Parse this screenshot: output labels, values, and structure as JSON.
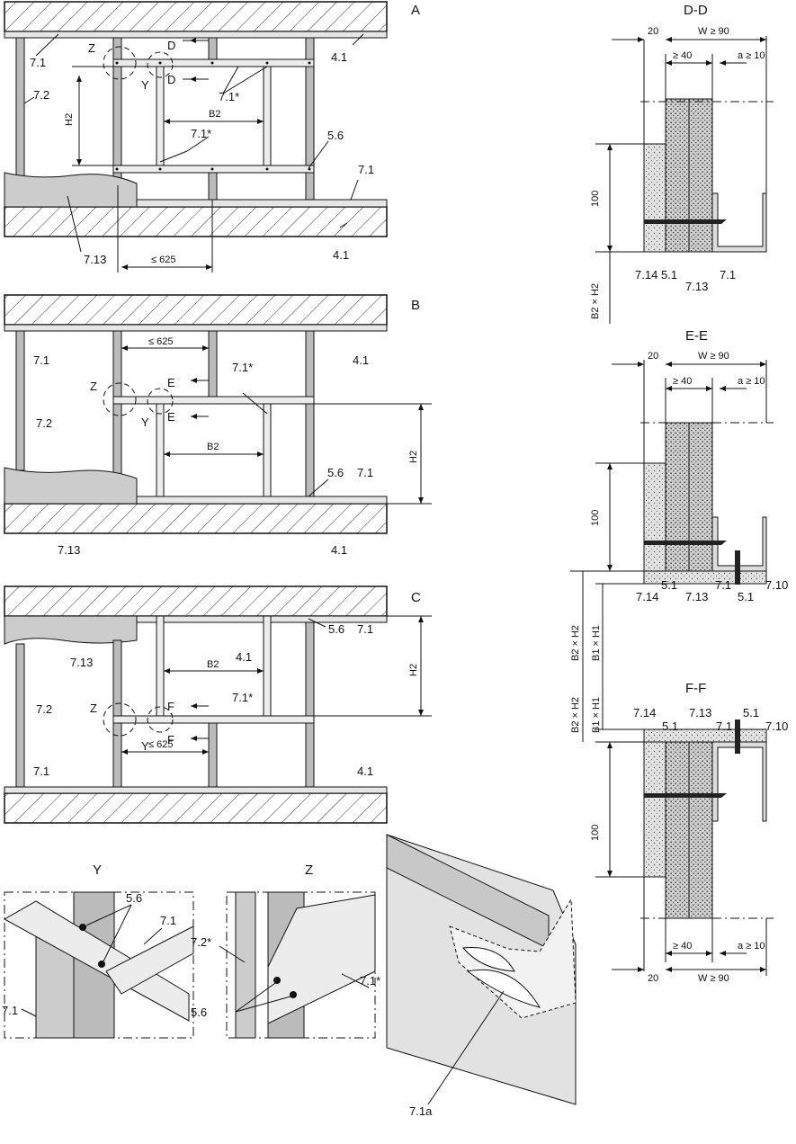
{
  "views": {
    "A": {
      "title": "A",
      "labels": {
        "top_slab": "4.1",
        "runner_top": "7.1",
        "stud": "7.2",
        "detail_z": "Z",
        "detail_y": "Y",
        "sec_top": "D",
        "sec_bot": "D",
        "h2": "H2",
        "b2": "B2",
        "trim_top": "7.1*",
        "trim_mid": "7.1*",
        "screw": "5.6",
        "runner_bot": "7.1",
        "board": "7.13",
        "bottom_slab": "4.1",
        "spacing": "≤ 625"
      }
    },
    "B": {
      "title": "B",
      "labels": {
        "runner_top": "7.1",
        "spacing": "≤ 625",
        "top_slab": "4.1",
        "trim": "7.1*",
        "sec_top": "E",
        "sec_bot": "E",
        "detail_z": "Z",
        "detail_y": "Y",
        "stud": "7.2",
        "b2": "B2",
        "h2": "H2",
        "screw": "5.6",
        "runner_bot": "7.1",
        "board": "7.13",
        "bottom_slab": "4.1"
      }
    },
    "C": {
      "title": "C",
      "labels": {
        "board": "7.13",
        "top_slab": "4.1",
        "screw": "5.6",
        "runner_top": "7.1",
        "b2": "B2",
        "h2": "H2",
        "stud": "7.2",
        "trim": "7.1*",
        "sec_top": "F",
        "sec_bot": "F",
        "detail_z": "Z",
        "detail_y": "Y",
        "runner_bot": "7.1",
        "spacing": "≤ 625",
        "bottom_slab": "4.1"
      }
    }
  },
  "sections": {
    "DD": {
      "title": "D-D",
      "w": "W ≥ 90",
      "d20": "20",
      "min40": "≥ 40",
      "a10": "a ≥ 10",
      "d100": "100",
      "opening": "B2 × H2",
      "labels": [
        "7.14",
        "5.1",
        "7.13",
        "7.1"
      ]
    },
    "EE": {
      "title": "E-E",
      "w": "W ≥ 90",
      "d20": "20",
      "min40": "≥ 40",
      "a10": "a ≥ 10",
      "d100": "100",
      "opening": "B2 × H2",
      "opening2": "B1 × H1",
      "labels": [
        "7.14",
        "5.1",
        "7.13",
        "7.1",
        "5.1",
        "7.10"
      ]
    },
    "FF": {
      "title": "F-F",
      "w": "W ≥ 90",
      "d20": "20",
      "min40": "≥ 40",
      "a10": "a ≥ 10",
      "d100": "100",
      "opening": "B2 × H2",
      "opening2": "B1 × H1",
      "labels": [
        "7.14",
        "5.1",
        "7.13",
        "7.1",
        "5.1",
        "7.10"
      ]
    }
  },
  "details": {
    "Y": {
      "title": "Y",
      "screw": "5.6",
      "runner": "7.1",
      "runner_left": "7.1"
    },
    "Z": {
      "title": "Z",
      "stud": "7.2*",
      "trim": "7.1*",
      "screw": "5.6"
    },
    "iso": {
      "tab": "7.1a"
    }
  }
}
